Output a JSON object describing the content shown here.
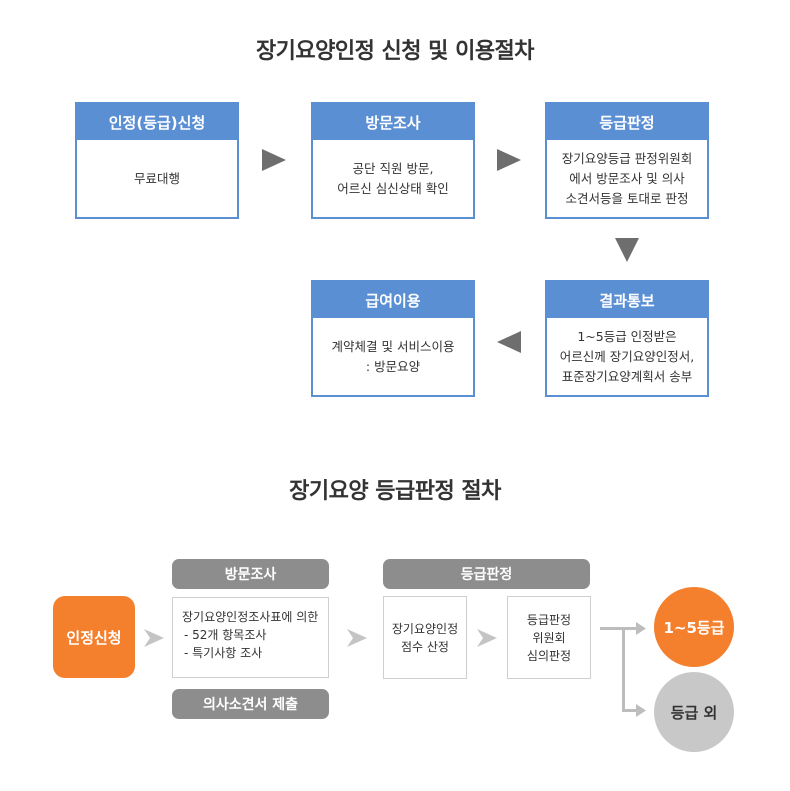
{
  "section1": {
    "title": "장기요양인정 신청 및 이용절차",
    "steps": [
      {
        "head": "인정(등급)신청",
        "lines": [
          "무료대행"
        ]
      },
      {
        "head": "방문조사",
        "lines": [
          "공단 직원 방문,",
          "어르신 심신상태 확인"
        ]
      },
      {
        "head": "등급판정",
        "lines": [
          "장기요양등급 판정위원회",
          "에서 방문조사 및 의사",
          "소견서등을 토대로 판정"
        ]
      },
      {
        "head": "결과통보",
        "lines": [
          "1~5등급 인정받은",
          "어르신께 장기요양인정서,",
          "표준장기요양계획서 송부"
        ]
      },
      {
        "head": "급여이용",
        "lines": [
          "계약체결 및 서비스이용",
          ": 방문요양"
        ]
      }
    ]
  },
  "section2": {
    "title": "장기요양 등급판정 절차",
    "apply": "인정신청",
    "visit_label": "방문조사",
    "visit_lines": [
      "장기요양인정조사표에 의한",
      "- 52개 항목조사",
      "- 특기사항 조사"
    ],
    "doctor_label": "의사소견서 제출",
    "grade_label": "등급판정",
    "score_lines": [
      "장기요양인정",
      "점수 산정"
    ],
    "committee_lines": [
      "등급판정",
      "위원회",
      "심의판정"
    ],
    "result_grade": "1~5등급",
    "result_other": "등급 외"
  },
  "colors": {
    "blue": "#5b8fd4",
    "orange": "#f47f2c",
    "gray_pill": "#8d8d8d",
    "gray_circle": "#c8c8c8",
    "arrow": "#6e6e6e"
  }
}
